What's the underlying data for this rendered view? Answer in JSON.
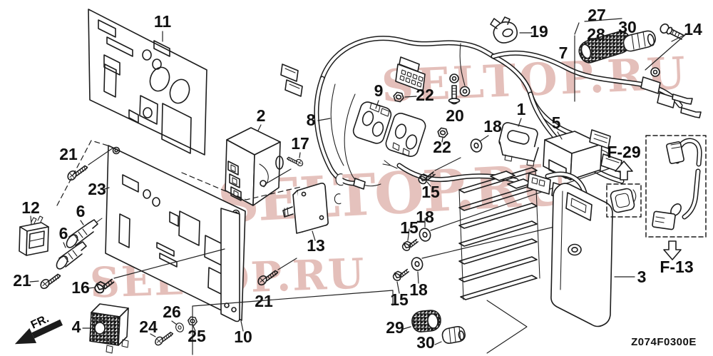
{
  "diagram": {
    "drawing_code": "Z074F0300E",
    "front_marker": "FR.",
    "frame_ref_up": "F-29",
    "frame_ref_down": "F-13",
    "watermark": {
      "text": "SELTOP.RU",
      "color": "#c0685c"
    }
  },
  "callouts": {
    "c1": "1",
    "c2": "2",
    "c3": "3",
    "c4": "4",
    "c5": "5",
    "c6": "6",
    "c7": "7",
    "c8": "8",
    "c9": "9",
    "c10": "10",
    "c11": "11",
    "c12": "12",
    "c13": "13",
    "c14": "14",
    "c15": "15",
    "c16": "16",
    "c17": "17",
    "c18": "18",
    "c19": "19",
    "c20": "20",
    "c21": "21",
    "c22": "22",
    "c23": "23",
    "c24": "24",
    "c25": "25",
    "c26": "26",
    "c27": "27",
    "c28": "28",
    "c29": "29",
    "c30": "30"
  }
}
